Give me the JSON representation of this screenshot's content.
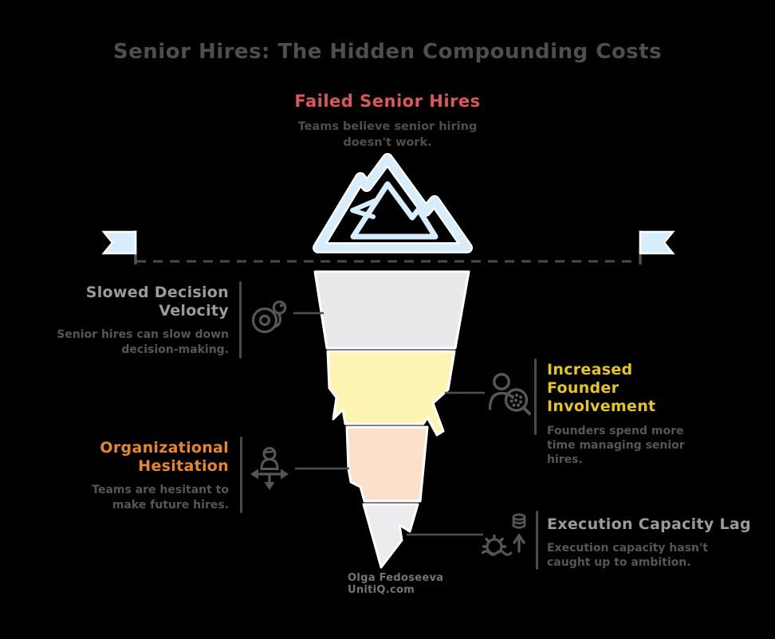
{
  "title": "Senior Hires: The Hidden Compounding Costs",
  "surface": {
    "label": "Failed Senior Hires",
    "description": "Teams believe senior hiring doesn't work.",
    "label_color": "#dc5757"
  },
  "hidden_costs": [
    {
      "title": "Slowed Decision Velocity",
      "description": "Senior hires can slow down decision-making.",
      "accent_color": "#9b9b9b",
      "icon": "snail-icon",
      "side": "left"
    },
    {
      "title": "Increased Founder Involvement",
      "description": "Founders spend more time managing senior hires.",
      "accent_color": "#e5c520",
      "icon": "founder-magnifier-icon",
      "side": "right"
    },
    {
      "title": "Organizational Hesitation",
      "description": "Teams are hesitant to make future hires.",
      "accent_color": "#e8862d",
      "icon": "person-direction-arrows-icon",
      "side": "left"
    },
    {
      "title": "Execution Capacity Lag",
      "description": "Execution capacity hasn't caught up to ambition.",
      "accent_color": "#9b9b9b",
      "icon": "gear-waves-icon",
      "side": "right"
    }
  ],
  "iceberg": {
    "above_water_color": "#d8edfb",
    "layer_colors": [
      "#e9e9eb",
      "#fdf4b3",
      "#fbe1cb",
      "#ececee"
    ],
    "outline_color": "#ffffff",
    "waterline_color": "#4a4a4a"
  },
  "credit": {
    "author": "Olga Fedoseeva",
    "website": "UnitiQ.com"
  }
}
